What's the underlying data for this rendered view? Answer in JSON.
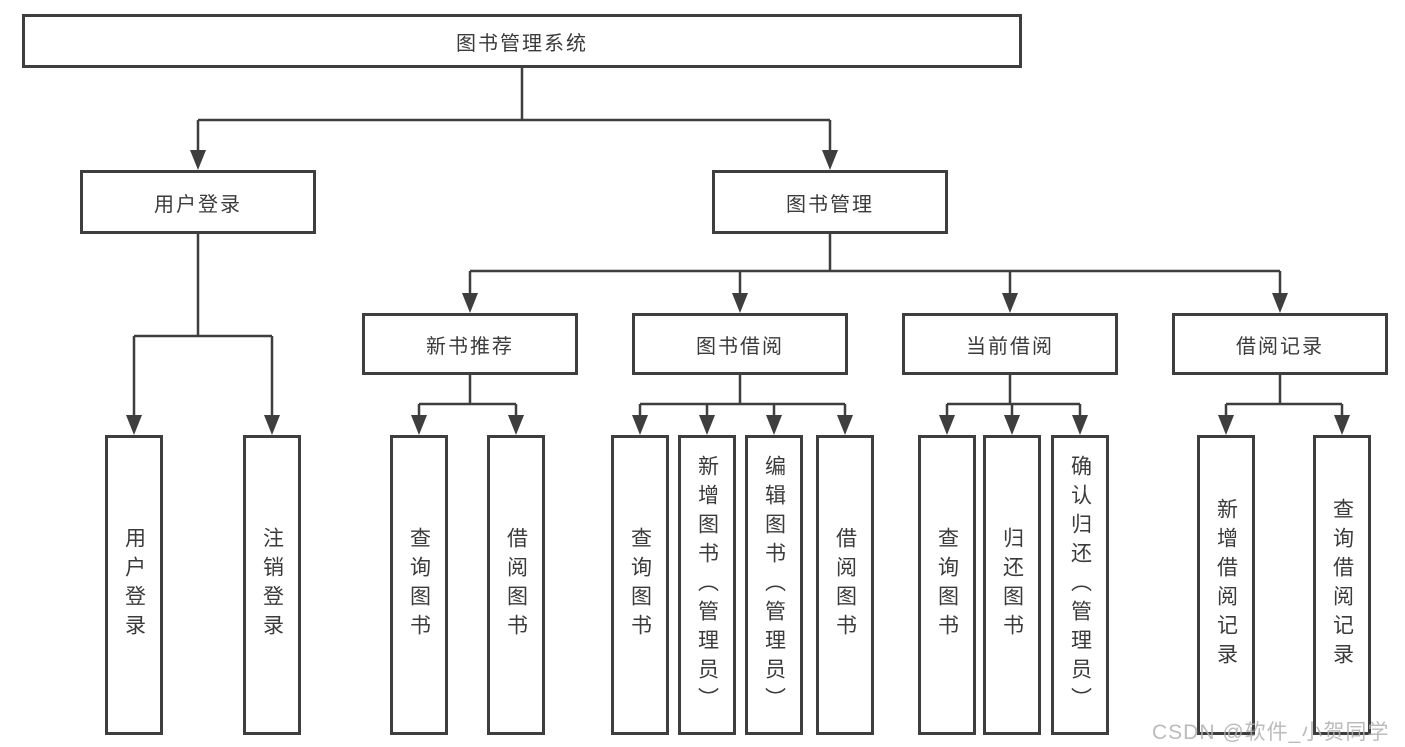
{
  "diagram": {
    "tree": {
      "root": {
        "label": "图书管理系统"
      },
      "level2": [
        {
          "label": "用户登录",
          "children": [
            {
              "label": "用户登录"
            },
            {
              "label": "注销登录"
            }
          ]
        },
        {
          "label": "图书管理",
          "children": [
            {
              "label": "新书推荐",
              "children": [
                {
                  "label": "查询图书"
                },
                {
                  "label": "借阅图书"
                }
              ]
            },
            {
              "label": "图书借阅",
              "children": [
                {
                  "label": "查询图书"
                },
                {
                  "label": "新增图书（管理员）"
                },
                {
                  "label": "编辑图书（管理员）"
                },
                {
                  "label": "借阅图书"
                }
              ]
            },
            {
              "label": "当前借阅",
              "children": [
                {
                  "label": "查询图书"
                },
                {
                  "label": "归还图书"
                },
                {
                  "label": "确认归还（管理员）"
                }
              ]
            },
            {
              "label": "借阅记录",
              "children": [
                {
                  "label": "新增借阅记录"
                },
                {
                  "label": "查询借阅记录"
                }
              ]
            }
          ]
        }
      ]
    }
  },
  "watermark": {
    "text": "CSDN @软件_小贺同学"
  },
  "colors": {
    "line": "#3e3e3e",
    "text": "#3b3b3b",
    "box_fill": "#ffffff",
    "background": "#ffffff",
    "watermark": "#b0b0b0"
  }
}
